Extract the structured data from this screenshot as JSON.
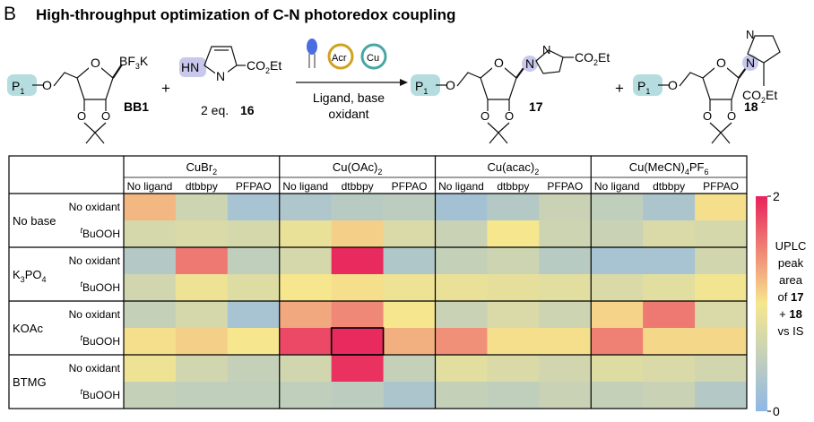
{
  "panel_label": "B",
  "title": "High-throughput optimization of C-N photoredox coupling",
  "scheme": {
    "reactant1_label": "BB1",
    "plus": "+",
    "equiv_text": "2 eq.",
    "reactant2_label": "16",
    "reagent_icon_acr": "Acr",
    "reagent_icon_cu": "Cu",
    "conditions_line1": "Ligand, base",
    "conditions_line2": "oxidant",
    "product1_label": "17",
    "product2_label": "18",
    "group_p1": "P",
    "group_p1_sub": "1",
    "group_bf3k_a": "BF",
    "group_bf3k_sub": "3",
    "group_bf3k_b": "K",
    "group_hn": "HN",
    "group_n": "N",
    "group_co2et_a": "CO",
    "group_co2et_sub": "2",
    "group_co2et_b": "Et",
    "group_o": "O"
  },
  "chart_data": {
    "type": "heatmap",
    "catalysts": [
      {
        "main": "CuBr",
        "sub": "2",
        "tail": ""
      },
      {
        "main": "Cu(OAc)",
        "sub": "2",
        "tail": ""
      },
      {
        "main": "Cu(acac)",
        "sub": "2",
        "tail": ""
      },
      {
        "main": "Cu(MeCN)",
        "sub": "4",
        "tail": "PF",
        "sub2": "6"
      }
    ],
    "ligands": [
      "No ligand",
      "dtbbpy",
      "PFPAO"
    ],
    "bases": [
      {
        "main": "No base",
        "sub": ""
      },
      {
        "main": "K",
        "sub": "3",
        "tail": "PO",
        "sub2": "4"
      },
      {
        "main": "KOAc",
        "sub": ""
      },
      {
        "main": "BTMG",
        "sub": ""
      }
    ],
    "oxidants": [
      {
        "sup": "",
        "text": "No oxidant"
      },
      {
        "sup": "t",
        "text": "BuOOH"
      }
    ],
    "values": [
      [
        0.62,
        0.3,
        0.12,
        0.15,
        0.2,
        0.22,
        0.1,
        0.18,
        0.28,
        0.24,
        0.14,
        0.52
      ],
      [
        0.34,
        0.36,
        0.34,
        0.44,
        0.56,
        0.36,
        0.28,
        0.5,
        0.3,
        0.28,
        0.36,
        0.34
      ],
      [
        0.18,
        0.78,
        0.24,
        0.34,
        0.98,
        0.16,
        0.26,
        0.3,
        0.2,
        0.12,
        0.12,
        0.32
      ],
      [
        0.32,
        0.46,
        0.38,
        0.5,
        0.52,
        0.46,
        0.44,
        0.42,
        0.4,
        0.36,
        0.4,
        0.48
      ],
      [
        0.26,
        0.34,
        0.12,
        0.66,
        0.74,
        0.5,
        0.28,
        0.36,
        0.3,
        0.55,
        0.78,
        0.36
      ],
      [
        0.52,
        0.56,
        0.5,
        0.9,
        0.98,
        0.64,
        0.72,
        0.52,
        0.52,
        0.76,
        0.54,
        0.54
      ],
      [
        0.46,
        0.32,
        0.26,
        0.32,
        0.96,
        0.26,
        0.4,
        0.36,
        0.32,
        0.38,
        0.36,
        0.32
      ],
      [
        0.26,
        0.24,
        0.24,
        0.24,
        0.22,
        0.14,
        0.26,
        0.24,
        0.28,
        0.26,
        0.28,
        0.18
      ]
    ],
    "highlight_cell": [
      5,
      4
    ],
    "colorbar": {
      "min": 0,
      "max": 2,
      "label_lines": [
        "UPLC",
        "peak",
        "area",
        "of 17",
        "+ 18",
        "vs IS"
      ]
    },
    "colors": {
      "low": "#8fb8e6",
      "mid": "#f6e78e",
      "high": "#e8225c"
    }
  }
}
